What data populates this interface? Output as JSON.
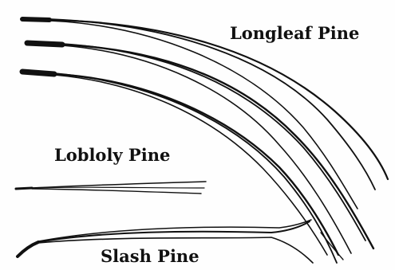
{
  "labels": {
    "longleaf": "Longleaf Pine",
    "loblolly": "Lobloly Pine",
    "slash": "Slash Pine"
  },
  "colors": {
    "background": "#fefefe",
    "ink": "#111111"
  }
}
